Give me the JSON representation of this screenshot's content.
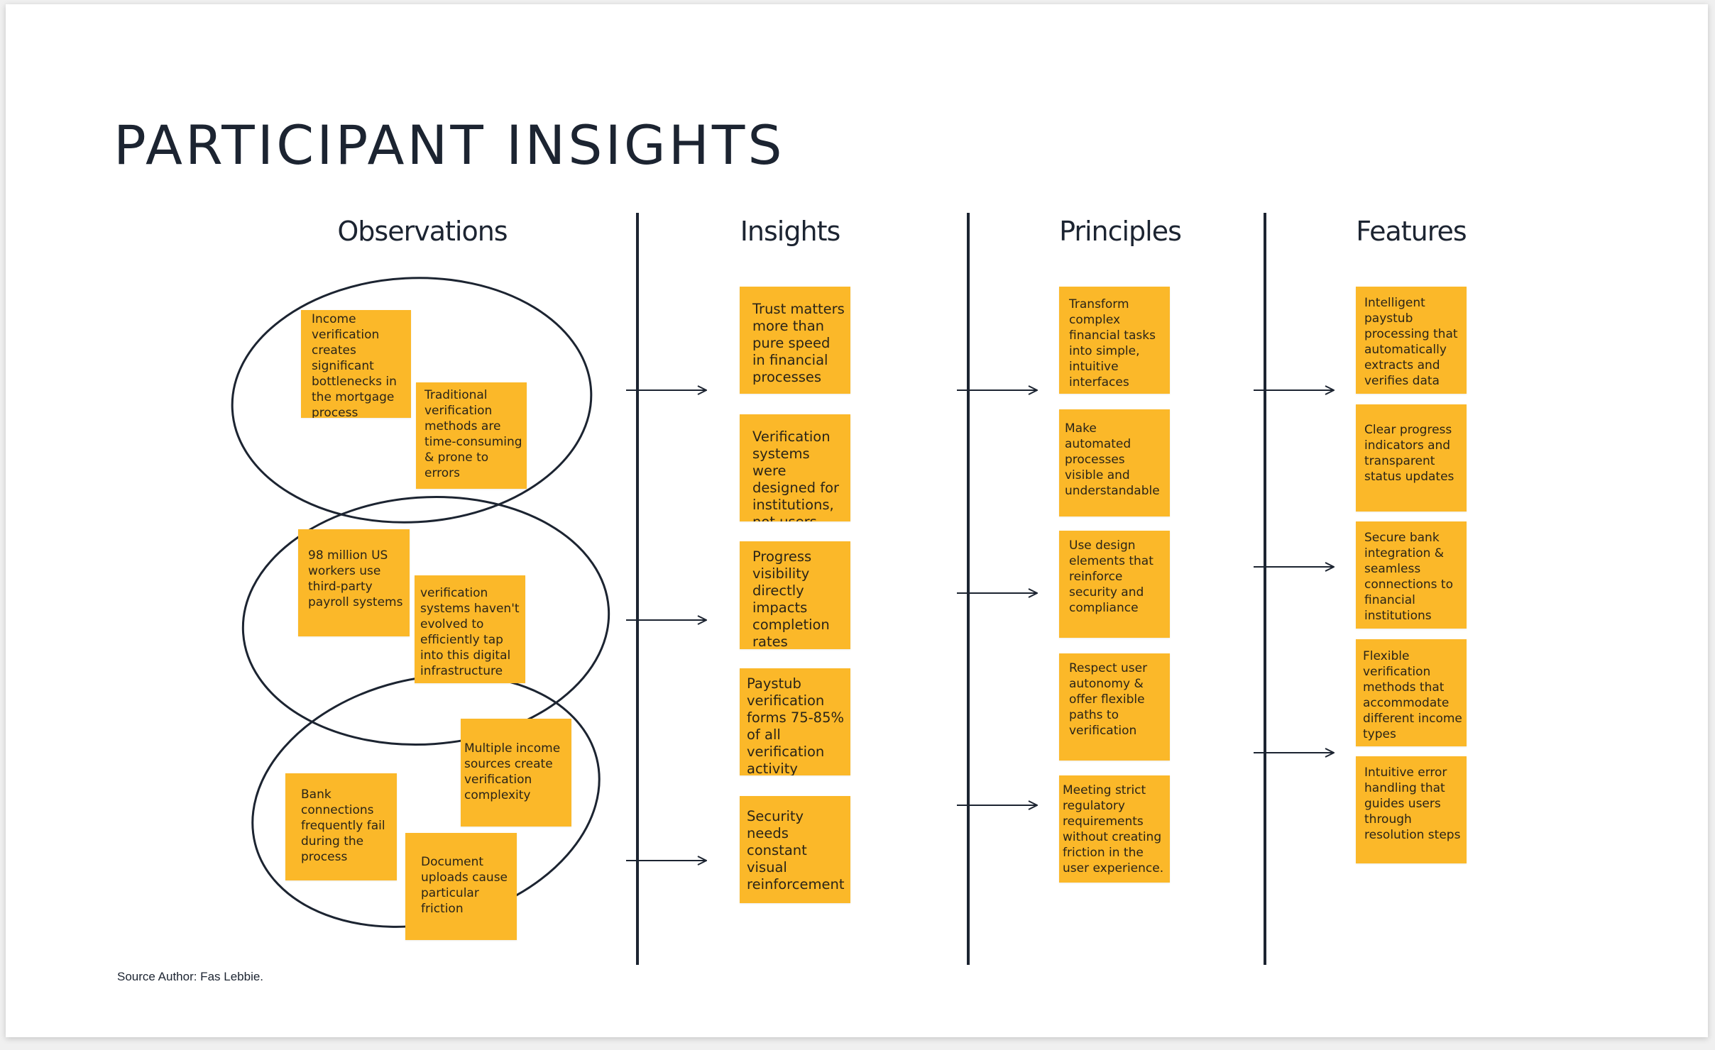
{
  "title": "PARTICIPANT INSIGHTS",
  "columns": {
    "observations": "Observations",
    "insights": "Insights",
    "principles": "Principles",
    "features": "Features"
  },
  "observations": {
    "group1": [
      "Income verification creates significant bottlenecks in the mortgage process",
      "Traditional verification methods are time-consuming & prone to errors"
    ],
    "group2": [
      "98 million US workers use third-party payroll systems",
      "verification systems haven't evolved to efficiently tap into this digital infrastructure"
    ],
    "group3": [
      "Multiple income sources create verification complexity",
      "Bank connections frequently fail during the process",
      "Document uploads cause particular friction"
    ]
  },
  "insights": [
    "Trust matters more than pure speed in financial processes",
    "Verification systems were designed for institutions, not users",
    "Progress visibility directly impacts completion rates",
    "Paystub verification forms 75-85% of all verification activity",
    "Security needs constant visual reinforcement"
  ],
  "principles": [
    "Transform complex financial tasks into simple, intuitive interfaces",
    "Make automated processes visible and understandable",
    "Use design elements that reinforce security and compliance",
    "Respect user autonomy & offer flexible paths to verification",
    "Meeting strict regulatory requirements without creating friction in the user experience."
  ],
  "features": [
    "Intelligent paystub processing that automatically extracts and verifies data",
    "Clear progress indicators and transparent status updates",
    "Secure bank integration & seamless connections to financial institutions",
    "Flexible verification methods that accommodate different income types",
    "Intuitive error handling that guides users through resolution steps"
  ],
  "source": "Source Author: Fas Lebbie.",
  "colors": {
    "sticky_note": "#fbb829",
    "ink": "#1c2431",
    "background": "#ffffff"
  }
}
